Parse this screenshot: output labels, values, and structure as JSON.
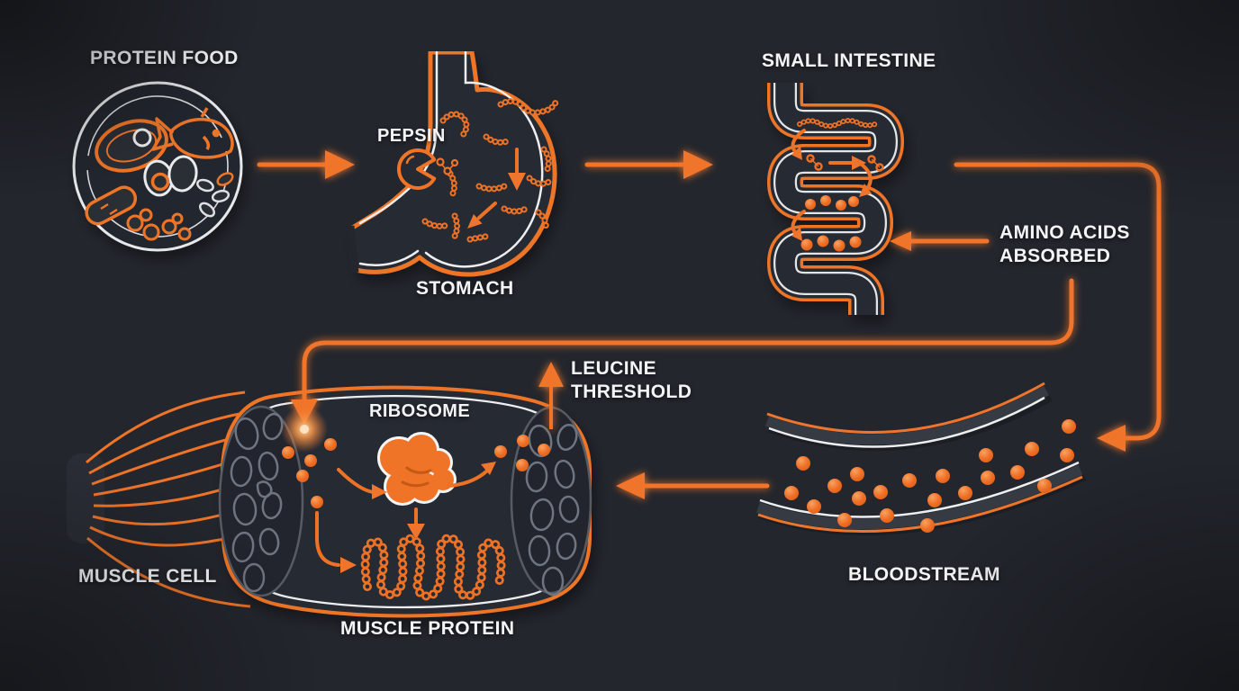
{
  "title": "Protein digestion and muscle protein synthesis diagram",
  "labels": {
    "protein_food": "PROTEIN FOOD",
    "pepsin": "PEPSIN",
    "stomach": "STOMACH",
    "small_intestine": "SMALL INTESTINE",
    "amino_acids_absorbed": "AMINO ACIDS ABSORBED",
    "leucine_threshold": "LEUCINE THRESHOLD",
    "ribosome": "RIBOSOME",
    "muscle_cell": "MUSCLE CELL",
    "muscle_protein": "MUSCLE PROTEIN",
    "bloodstream": "BLOODSTREAM"
  },
  "colors": {
    "background": "#23262D",
    "accent_orange": "#F0752C",
    "outline_white": "#EDEFF1",
    "organ_fill": "#262A33",
    "myofibril_gray": "#6E7480",
    "amino_dot": "#EF6F27",
    "vessel_band": "#363A43",
    "text": "#F3F4F6"
  },
  "icons": {
    "plate-icon": "plate with steak, fish, eggs, beans",
    "pepsin-enzyme-icon": "pac-man shaped enzyme cutting a peptide",
    "stomach-icon": "stomach containing peptide chains",
    "intestine-icon": "coiled small intestine with amino acid dots",
    "vessel-icon": "curved blood vessel with amino acid dots",
    "muscle-cell-icon": "muscle fiber cell with myofibrils",
    "ribosome-icon": "orange ribosome blob",
    "muscle-protein-icon": "coiled bead chain",
    "amino-acid-dot-icon": "orange sphere",
    "flow-arrow-icon": "glowing orange arrow"
  },
  "flow": [
    "PROTEIN FOOD",
    "STOMACH (PEPSIN)",
    "SMALL INTESTINE",
    "AMINO ACIDS ABSORBED",
    "BLOODSTREAM",
    "MUSCLE CELL (RIBOSOME → MUSCLE PROTEIN, LEUCINE THRESHOLD)"
  ]
}
